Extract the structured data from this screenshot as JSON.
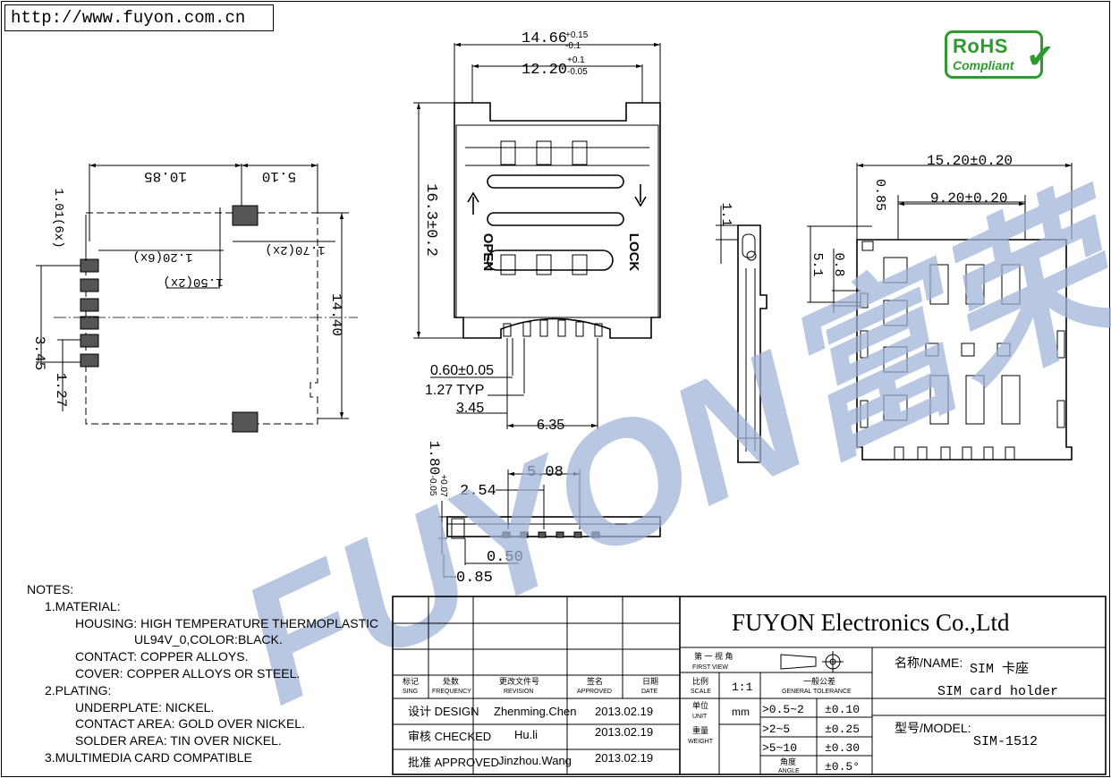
{
  "url": "http://www.fuyon.com.cn",
  "rohs": {
    "line1": "RoHS",
    "line2": "Compliant",
    "check_icon": "checkmark-icon",
    "color": "#2e9b2e"
  },
  "watermark": {
    "text": "FUYON富荣",
    "color": "#9fb4d8"
  },
  "front_view": {
    "overall_width": "14.66",
    "overall_width_tol_upper": "+0.15",
    "overall_width_tol_lower": "-0.1",
    "inner_width": "12.20",
    "inner_width_tol_upper": "+0.1",
    "inner_width_tol_lower": "-0.05",
    "height": "16.3±0.2",
    "label_open": "OPEN",
    "label_lock": "LOCK",
    "pin_width": "0.60±0.05",
    "pitch": "1.27 TYP",
    "dim_345": "3.45",
    "dim_635": "6.35"
  },
  "pcb_layout": {
    "dim_1085": "10.85",
    "dim_510": "5.10",
    "dim_101": "1.01(6x)",
    "dim_120": "1.20(6x)",
    "dim_170": "1.70(2x)",
    "dim_150": "1.50(2x)",
    "dim_1440": "14.40",
    "dim_345": "3.45",
    "dim_127": "1.27"
  },
  "bottom_view": {
    "height": "1.80",
    "height_tol_upper": "+0.07",
    "height_tol_lower": "-0.05",
    "dim_508": "5.08",
    "dim_254": "2.54",
    "dim_050": "0.50",
    "dim_085": "0.85"
  },
  "side_view": {
    "dim_11": "1.1"
  },
  "right_view": {
    "width": "15.20±0.20",
    "inner": "9.20±0.20",
    "dim_085": "0.85",
    "dim_51": "5.1",
    "dim_08": "0.8"
  },
  "notes": {
    "title": "NOTES:",
    "lines": [
      "1.MATERIAL:",
      "HOUSING: HIGH TEMPERATURE THERMOPLASTIC",
      "UL94V_0,COLOR:BLACK.",
      "CONTACT: COPPER ALLOYS.",
      "COVER: COPPER ALLOYS OR STEEL.",
      "2.PLATING:",
      "UNDERPLATE: NICKEL.",
      "CONTACT AREA: GOLD OVER NICKEL.",
      "SOLDER AREA: TIN OVER NICKEL.",
      "3.MULTIMEDIA CARD COMPATIBLE"
    ]
  },
  "title_block": {
    "company": "FUYON Electronics Co.,Ltd",
    "first_view_cn": "第 一 视 角",
    "first_view_en": "FIRST VIEW",
    "header_sign_cn": "标记",
    "header_sign_en": "SING",
    "header_freq_cn": "处数",
    "header_freq_en": "FREQUENCY",
    "header_rev_cn": "更改文件号",
    "header_rev_en": "REVISION",
    "header_appr_cn": "签名",
    "header_appr_en": "APPROVED",
    "header_date_cn": "日期",
    "header_date_en": "DATE",
    "scale_cn": "比例",
    "scale_en": "SCALE",
    "scale_value": "1:1",
    "tol_cn": "一般公差",
    "tol_en": "GENERAL TOLERANCE",
    "unit_cn": "单位",
    "unit_en": "UNIT",
    "unit_value": "mm",
    "weight_cn": "重量",
    "weight_en": "WEIGHT",
    "angle_cn": "角度",
    "angle_en": "ANGLE",
    "tolerances": [
      {
        "range": ">0.5~2",
        "value": "±0.10"
      },
      {
        "range": ">2~5",
        "value": "±0.25"
      },
      {
        "range": ">5~10",
        "value": "±0.30"
      }
    ],
    "angle_value": "±0.5°",
    "rows": [
      {
        "role": "设计 DESIGN",
        "name": "Zhenming.Chen",
        "date": "2013.02.19"
      },
      {
        "role": "审核 CHECKED",
        "name": "Hu.li",
        "date": "2013.02.19"
      },
      {
        "role": "批准 APPROVED",
        "name": "Jinzhou.Wang",
        "date": "2013.02.19"
      }
    ],
    "name_label": "名称/NAME:",
    "name_cn": "SIM 卡座",
    "name_en": "SIM card holder",
    "model_label": "型号/MODEL:",
    "model_value": "SIM-1512"
  }
}
